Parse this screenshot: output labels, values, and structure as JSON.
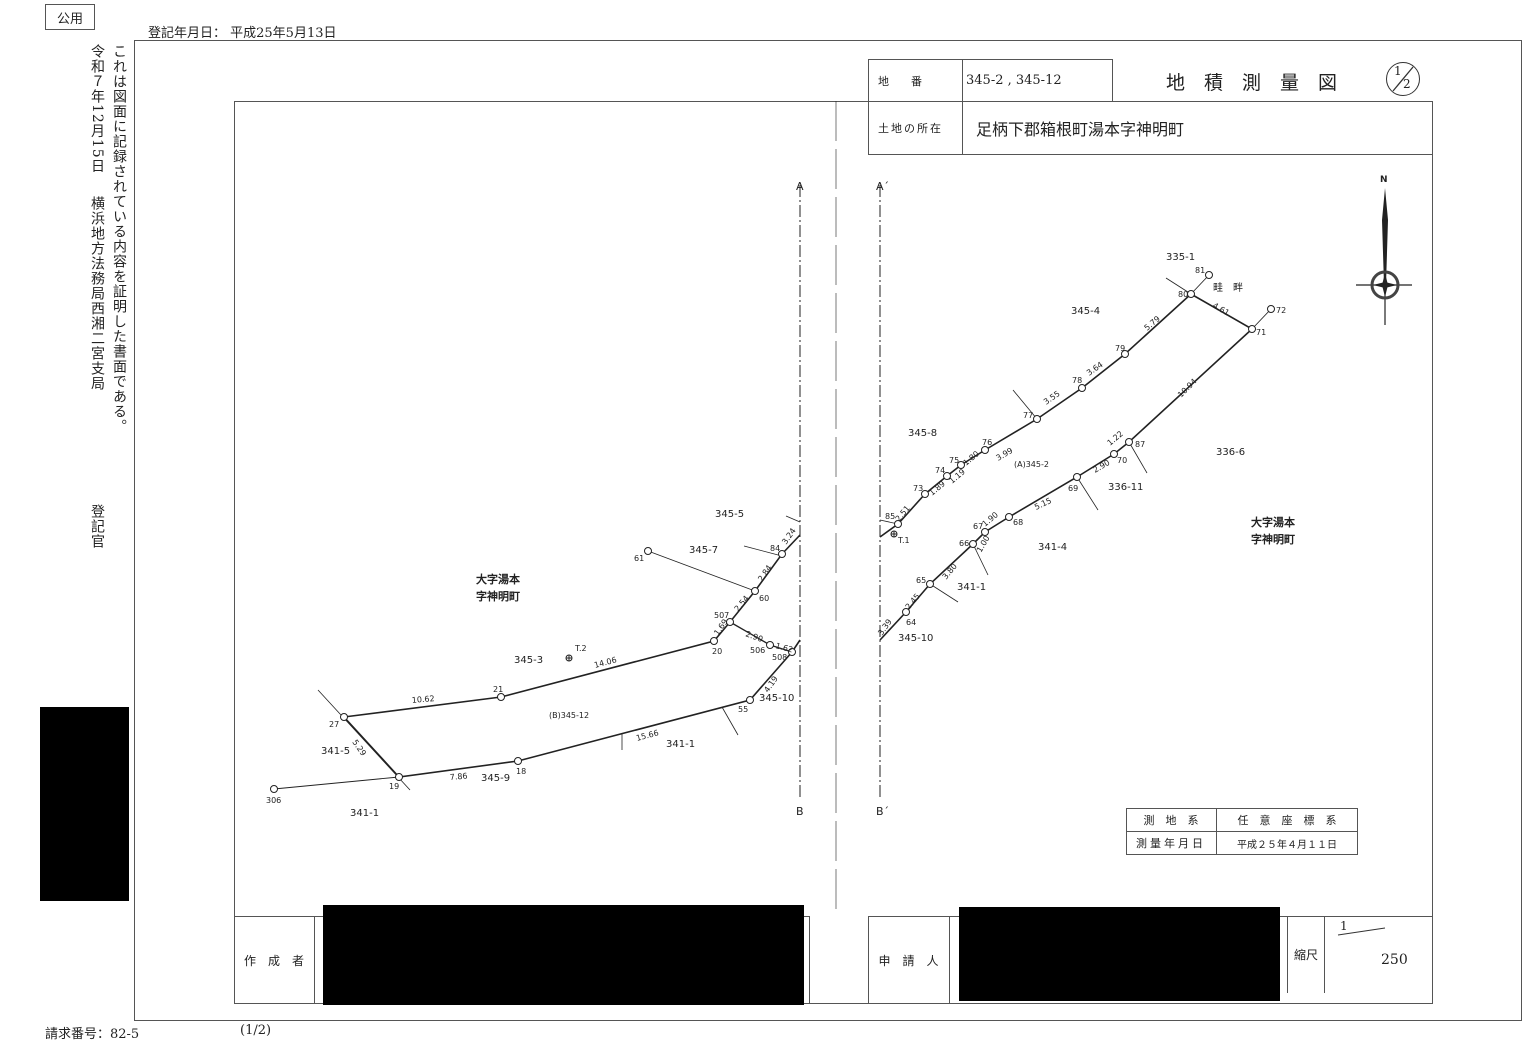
{
  "header": {
    "public_stamp": "公用",
    "registration_date": "登記年月日： 平成25年5月13日",
    "certification": "これは図面に記録されている内容を証明した書面である。",
    "cert_date": "令和７年12月15日",
    "office": "横浜地方法務局西湘二宮支局",
    "registrar": "登記官"
  },
  "title_block": {
    "lot_label": "地　　番",
    "lot_value": "345-2 , 345-12",
    "location_label": "土地の所在",
    "location_value": "足柄下郡箱根町湯本字神明町",
    "title": "地　積　測　量　図",
    "sheet_num": "1",
    "sheet_den": "2"
  },
  "survey_table": {
    "system_label": "測　地　系",
    "system_value": "任　意　座　標　系",
    "date_label": "測量年月日",
    "date_value": "平成２５年４月１１日"
  },
  "footer_boxes": {
    "author_label": "作　成　者",
    "applicant_label": "申　請　人",
    "scale_label": "縮尺",
    "scale_num": "1",
    "scale_den": "250"
  },
  "footer": {
    "request_no": "請求番号：82-5",
    "page": "(1/2)"
  },
  "map": {
    "section_marks": [
      "A",
      "B",
      "A´",
      "B´"
    ],
    "north": "N",
    "points": [
      "306",
      "19",
      "18",
      "55",
      "508",
      "506",
      "27",
      "21",
      "20",
      "507",
      "60",
      "84",
      "61",
      "85",
      "73",
      "74",
      "75",
      "76",
      "77",
      "78",
      "79",
      "80",
      "81",
      "72",
      "71",
      "87",
      "70",
      "69",
      "68",
      "67",
      "66",
      "65",
      "64"
    ],
    "parcels": [
      "345-5",
      "345-7",
      "345-3",
      "341-5",
      "341-1",
      "345-9",
      "341-1",
      "345-10",
      "335-1",
      "345-4",
      "345-8",
      "336-6",
      "336-11",
      "341-4",
      "341-1",
      "345-10",
      "畦　畔"
    ],
    "districts": [
      "大字湯本",
      "字神明町",
      "大字湯本",
      "字神明町"
    ],
    "lot_tags": [
      "(B)345-12",
      "(A)345-2"
    ],
    "benchmarks": [
      "T.2",
      "T.1"
    ],
    "distances": [
      "10.62",
      "14.06",
      "1.69",
      "2.54",
      "2.84",
      "3.24",
      "2.90",
      "1.62",
      "4.19",
      "15.66",
      "7.86",
      "5.29",
      "2.51",
      "1.89",
      "1.19",
      "1.80",
      "3.99",
      "3.55",
      "3.64",
      "5.79",
      "4.61",
      "10.94",
      "1.22",
      "2.90",
      "5.15",
      "1.90",
      "1.00",
      "3.80",
      "2.45",
      "3.39"
    ]
  }
}
